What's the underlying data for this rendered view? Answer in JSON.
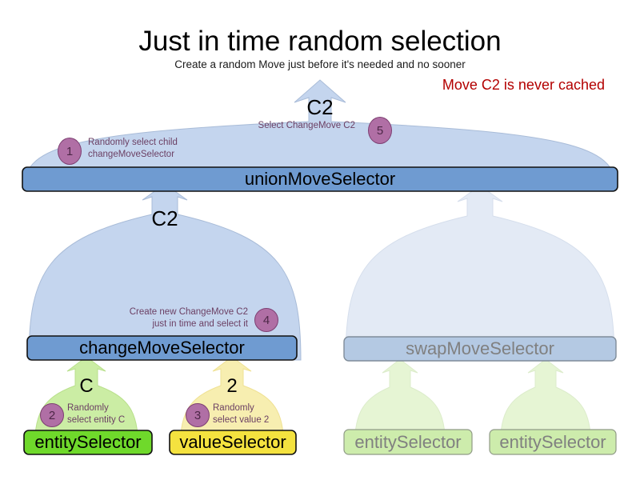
{
  "header": {
    "title": "Just in time random selection",
    "subtitle": "Create a random Move just before it's needed and no sooner",
    "callout": "Move C2 is never cached",
    "callout_color": "#b30000"
  },
  "palette": {
    "dome_blue_fill": "#c4d5ee",
    "dome_blue_stroke": "#a9bcd8",
    "bar_blue_fill": "#6f9bd1",
    "bar_blue_stroke": "#1a1a1a",
    "dome_blue_faded_fill": "#e3eaf5",
    "bar_blue_faded_fill": "#b4c9e3",
    "bar_blue_faded_stroke": "#7f8c99",
    "dome_green_fill": "#cbeda4",
    "bar_green_fill": "#6fd92b",
    "dome_green_faded_fill": "#e6f5d4",
    "bar_green_faded_fill": "#cdecac",
    "dome_yellow_fill": "#f7eeb0",
    "bar_yellow_fill": "#f4e23f",
    "badge_fill": "#b06fa5",
    "badge_stroke": "#7d3f72",
    "note_text": "#6b3f63",
    "faded_text": "#808080"
  },
  "nodes": {
    "union": {
      "label": "unionMoveSelector",
      "payload": "C2"
    },
    "change": {
      "label": "changeMoveSelector",
      "payload": "C2"
    },
    "swap": {
      "label": "swapMoveSelector"
    },
    "entity_left": {
      "label": "entitySelector",
      "payload": "C"
    },
    "value_left": {
      "label": "valueSelector",
      "payload": "2"
    },
    "entity_right_1": {
      "label": "entitySelector"
    },
    "entity_right_2": {
      "label": "entitySelector"
    }
  },
  "steps": [
    {
      "number": "1",
      "text": "Randomly select child\nchangeMoveSelector"
    },
    {
      "number": "2",
      "text": "Randomly\nselect entity C"
    },
    {
      "number": "3",
      "text": "Randomly\nselect value 2"
    },
    {
      "number": "4",
      "text": "Create new ChangeMove C2\njust in time and select it"
    },
    {
      "number": "5",
      "text": "Select ChangeMove C2"
    }
  ]
}
